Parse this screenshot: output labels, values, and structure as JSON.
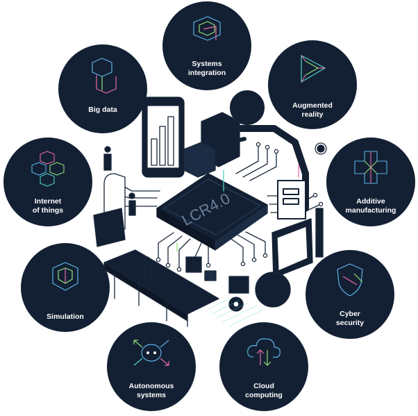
{
  "chip_label": "LCR4.0",
  "colors": {
    "node_fill": "#132033",
    "line": "#18263a",
    "accent_green": "#8fe07a",
    "accent_pink": "#e86aa8",
    "accent_teal": "#4fd3c4",
    "accent_blue": "#5bb2e6"
  },
  "nodes": [
    {
      "id": "systems-integration",
      "label_lines": [
        "Systems",
        "integration"
      ],
      "icon": "interlocking-squares-icon"
    },
    {
      "id": "big-data",
      "label_lines": [
        "Big data"
      ],
      "icon": "stacked-blocks-icon"
    },
    {
      "id": "augmented-reality",
      "label_lines": [
        "Augmented",
        "reality"
      ],
      "icon": "impossible-triangle-icon"
    },
    {
      "id": "internet-of-things",
      "label_lines": [
        "Internet",
        "of things"
      ],
      "icon": "cube-network-icon"
    },
    {
      "id": "additive-manufacturing",
      "label_lines": [
        "Additive",
        "manufacturing"
      ],
      "icon": "cross-cube-icon"
    },
    {
      "id": "simulation",
      "label_lines": [
        "Simulation"
      ],
      "icon": "hollow-cube-icon"
    },
    {
      "id": "cyber-security",
      "label_lines": [
        "Cyber",
        "security"
      ],
      "icon": "shield-icon"
    },
    {
      "id": "autonomous-systems",
      "label_lines": [
        "Autonomous",
        "systems"
      ],
      "icon": "robot-face-arrows-icon"
    },
    {
      "id": "cloud-computing",
      "label_lines": [
        "Cloud",
        "computing"
      ],
      "icon": "cloud-upload-icon"
    }
  ]
}
